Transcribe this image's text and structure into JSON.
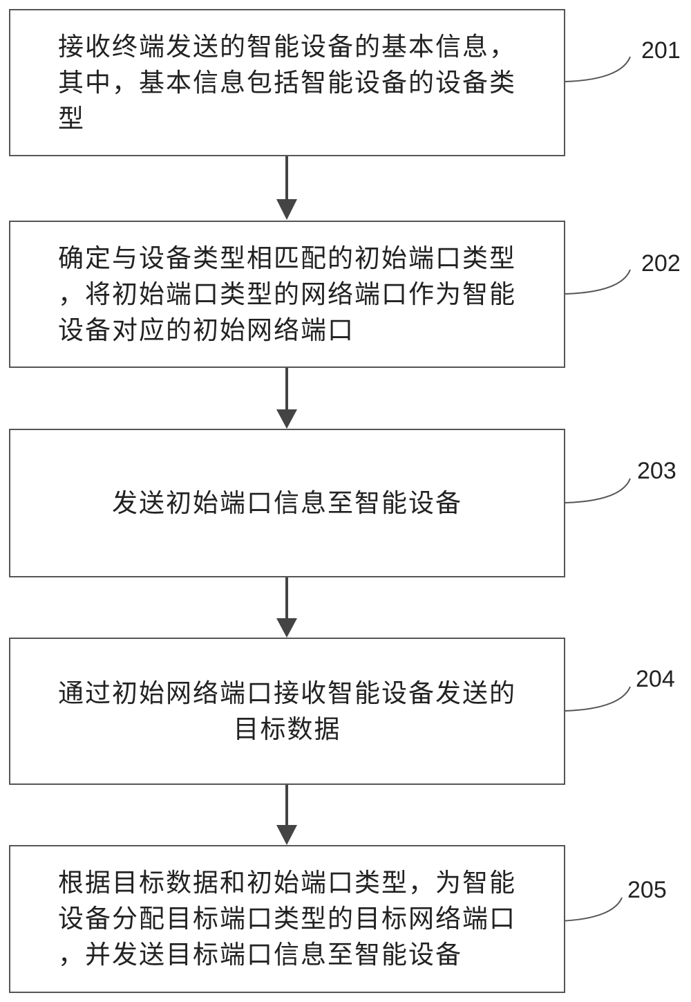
{
  "steps": [
    {
      "id": "201",
      "text": "接收终端发送的智能设备的基本信息，\n其中，基本信息包括智能设备的设备类\n型"
    },
    {
      "id": "202",
      "text": "确定与设备类型相匹配的初始端口类型\n，将初始端口类型的网络端口作为智能\n设备对应的初始网络端口"
    },
    {
      "id": "203",
      "text": "发送初始端口信息至智能设备"
    },
    {
      "id": "204",
      "text": "通过初始网络端口接收智能设备发送的\n目标数据"
    },
    {
      "id": "205",
      "text": "根据目标数据和初始端口类型，为智能\n设备分配目标端口类型的目标网络端口\n，并发送目标端口信息至智能设备"
    }
  ]
}
